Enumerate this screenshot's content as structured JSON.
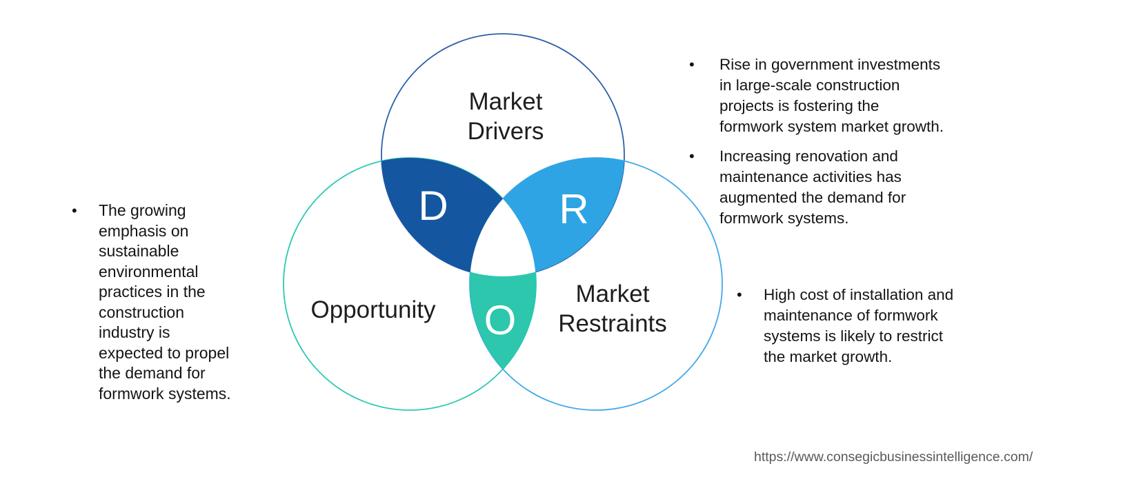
{
  "diagram": {
    "type": "venn",
    "circles": {
      "drivers": {
        "label": "Market\nDrivers",
        "letter": "D",
        "stroke": "#2c5fa8",
        "intersection_fill": "#1556a0"
      },
      "opportunity": {
        "label": "Opportunity",
        "letter": "O",
        "stroke": "#2bc9b0",
        "intersection_fill": "#2cc7ad"
      },
      "restraints": {
        "label": "Market\nRestraints",
        "letter": "R",
        "stroke": "#3fa9e8",
        "intersection_fill": "#2ea4e4"
      }
    },
    "center_fill": "#ffffff"
  },
  "bullets": {
    "marker": "•",
    "opportunity_side": [
      {
        "text": "The growing\nemphasis on\nsustainable\nenvironmental\npractices in the\nconstruction\nindustry is\nexpected to propel\nthe demand for\nformwork systems."
      }
    ],
    "drivers_side": [
      {
        "text": "Rise in government investments\nin large-scale construction\nprojects is fostering the\nformwork system market growth."
      },
      {
        "text": "Increasing renovation and\nmaintenance activities has\naugmented the demand for\nformwork systems."
      }
    ],
    "restraints_side": [
      {
        "text": "High cost of installation and\nmaintenance of formwork\nsystems is likely to restrict\nthe market growth."
      }
    ]
  },
  "footer": {
    "url": "https://www.consegicbusinessintelligence.com/"
  }
}
